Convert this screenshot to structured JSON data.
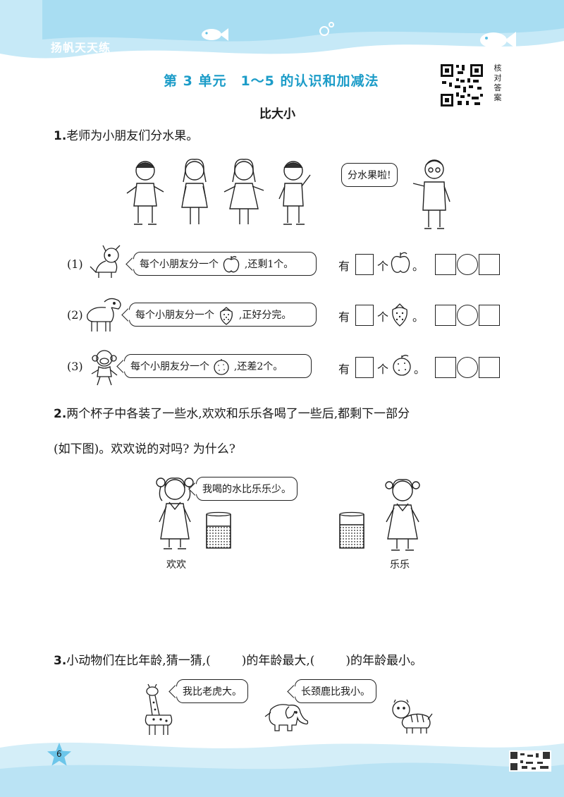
{
  "header": {
    "brand": "扬帆天天练",
    "unit_title": "第 3 单元　1～5 的认识和加减法",
    "qr_label": "核对答案"
  },
  "section_title": "比大小",
  "q1": {
    "number": "1.",
    "text": "老师为小朋友们分水果。",
    "teacher_speech": "分水果啦!",
    "rows": [
      {
        "label": "(1)",
        "before": "每个小朋友分一个",
        "after": ",还剩1个。",
        "fruit": "apple-icon",
        "answer_prefix": "有",
        "answer_suffix": "个"
      },
      {
        "label": "(2)",
        "before": "每个小朋友分一个",
        "after": ",正好分完。",
        "fruit": "strawberry-icon",
        "answer_prefix": "有",
        "answer_suffix": "个"
      },
      {
        "label": "(3)",
        "before": "每个小朋友分一个",
        "after": ",还差2个。",
        "fruit": "orange-icon",
        "answer_prefix": "有",
        "answer_suffix": "个"
      }
    ],
    "period": "。"
  },
  "q2": {
    "number": "2.",
    "line1": "两个杯子中各装了一些水,欢欢和乐乐各喝了一些后,都剩下一部分",
    "line2": "(如下图)。欢欢说的对吗? 为什么?",
    "speech": "我喝的水比乐乐少。",
    "name_left": "欢欢",
    "name_right": "乐乐"
  },
  "q3": {
    "number": "3.",
    "text_a": "小动物们在比年龄,猜一猜,(",
    "text_b": ")的年龄最大,(",
    "text_c": ")的年龄最小。",
    "giraffe_speech": "我比老虎大。",
    "elephant_speech": "长颈鹿比我小。"
  },
  "footer": {
    "page_number": "6"
  },
  "colors": {
    "accent": "#1c9cc8",
    "header_band": "#bfe6f5",
    "footer_band": "#d4eef8"
  }
}
